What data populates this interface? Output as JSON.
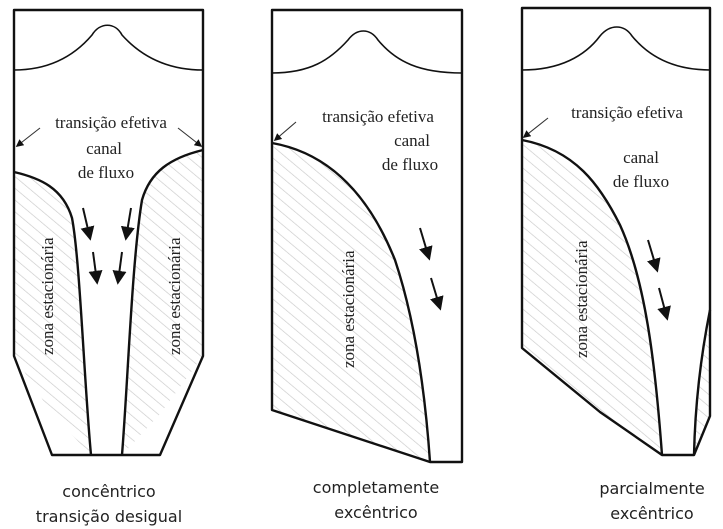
{
  "labels": {
    "effective_transition": "transição efetiva",
    "flow_channel_line1": "canal",
    "flow_channel_line2": "de fluxo",
    "stationary_zone": "zona estacionária"
  },
  "captions": {
    "left_line1": "concêntrico",
    "left_line2": "transição desigual",
    "middle_line1": "completamente",
    "middle_line2": "excêntrico",
    "right_line1": "parcialmente",
    "right_line2": "excêntrico"
  },
  "colors": {
    "line": "#111111",
    "hatch": "#c9c9c9",
    "text": "#222222"
  }
}
